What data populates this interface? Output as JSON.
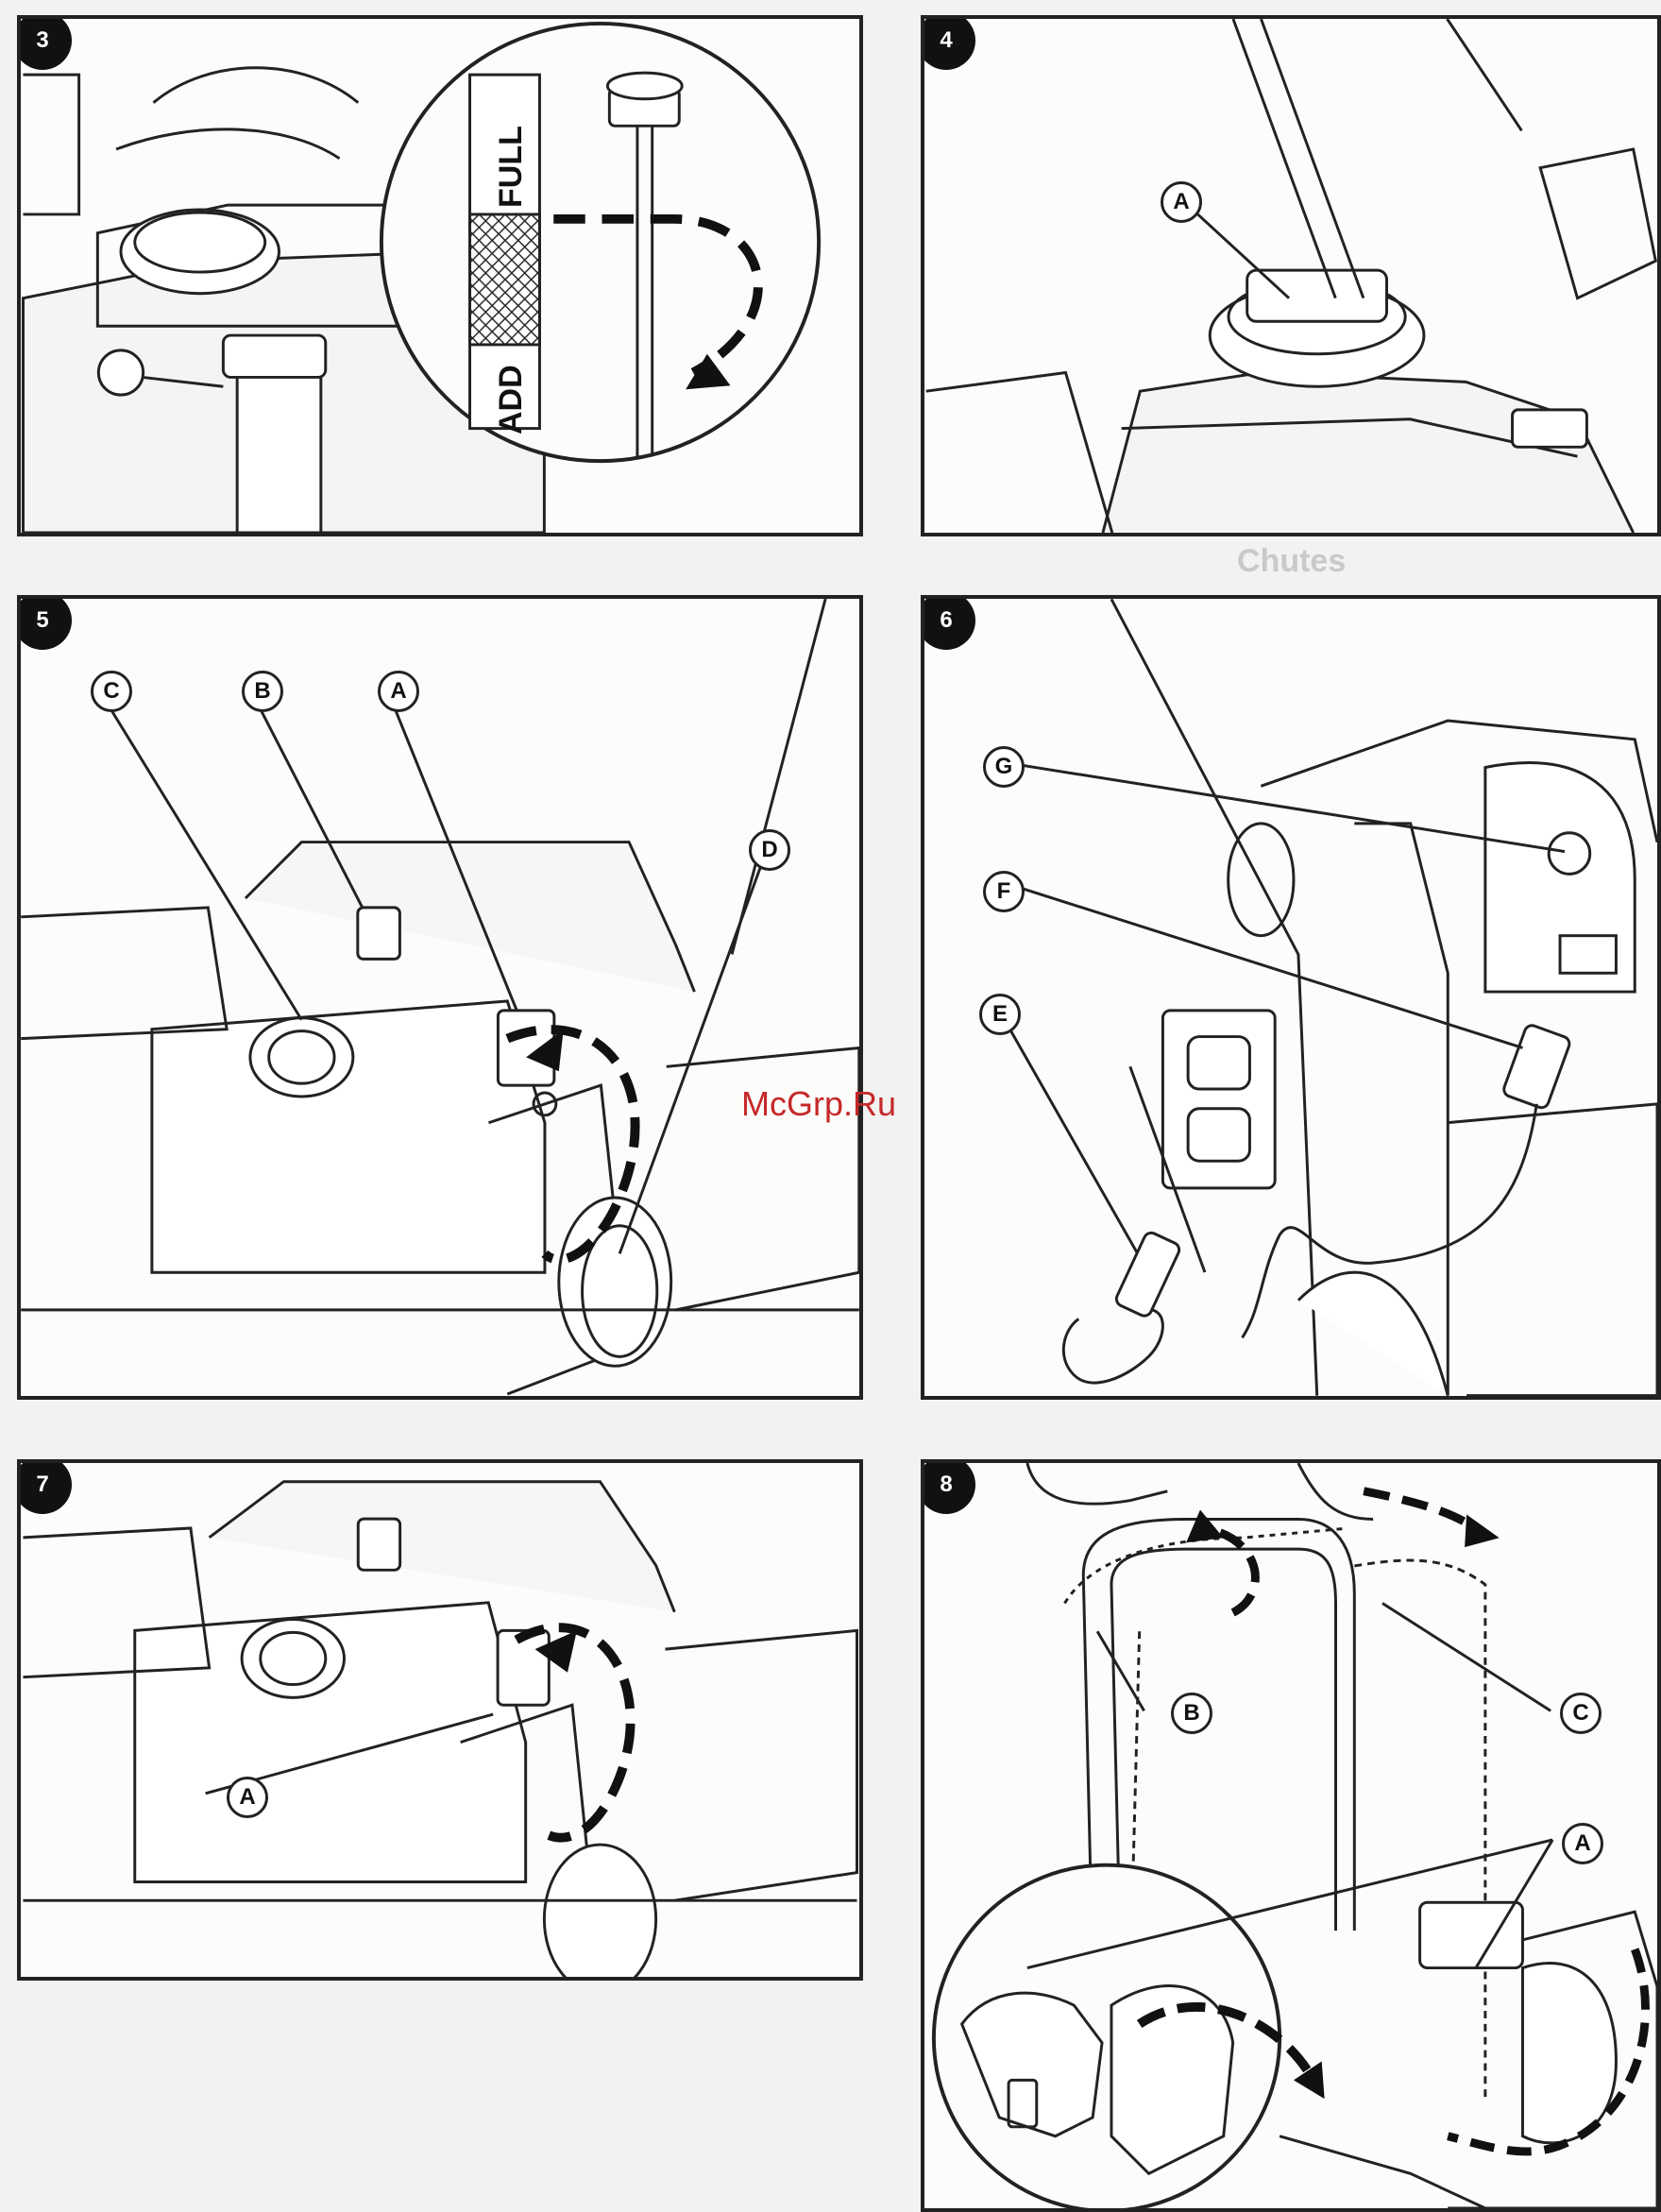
{
  "watermark": "McGrp.Ru",
  "panels": {
    "p3": {
      "number": "3",
      "dipstick_full": "FULL",
      "dipstick_add": "ADD"
    },
    "p4": {
      "number": "4",
      "callout_a": "A"
    },
    "p5": {
      "number": "5",
      "callout_a": "A",
      "callout_b": "B",
      "callout_c": "C",
      "callout_d": "D"
    },
    "p6": {
      "number": "6",
      "callout_e": "E",
      "callout_f": "F",
      "callout_g": "G"
    },
    "p7": {
      "number": "7",
      "callout_a": "A"
    },
    "p8": {
      "number": "8",
      "callout_a": "A",
      "callout_b": "B",
      "callout_c": "C"
    }
  },
  "colors": {
    "line": "#222222",
    "paper": "#fcfcfb",
    "watermark": "#c62828"
  }
}
